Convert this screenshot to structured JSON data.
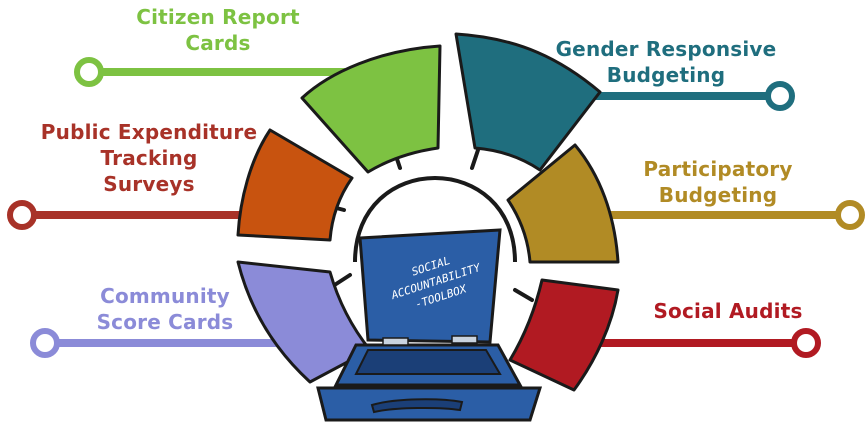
{
  "colors": {
    "citizen": "#7dc242",
    "gender": "#1f6e7e",
    "pets": "#a83228",
    "participatory": "#b18b25",
    "community": "#8b8bd8",
    "audits": "#b11a22",
    "toolbox": "#2b5ea6",
    "outline": "#1a1a1a"
  },
  "labels": {
    "citizen": [
      "Citizen Report",
      "Cards"
    ],
    "gender": [
      "Gender Responsive",
      "Budgeting"
    ],
    "pets": [
      "Public Expenditure",
      "Tracking",
      "Surveys"
    ],
    "participatory": [
      "Participatory",
      "Budgeting"
    ],
    "community": [
      "Community",
      "Score Cards"
    ],
    "audits": [
      "Social Audits"
    ]
  },
  "toolbox": {
    "lines": [
      "SOCIAL",
      "ACCOUNTABILITY",
      "-TOOLBOX"
    ]
  }
}
